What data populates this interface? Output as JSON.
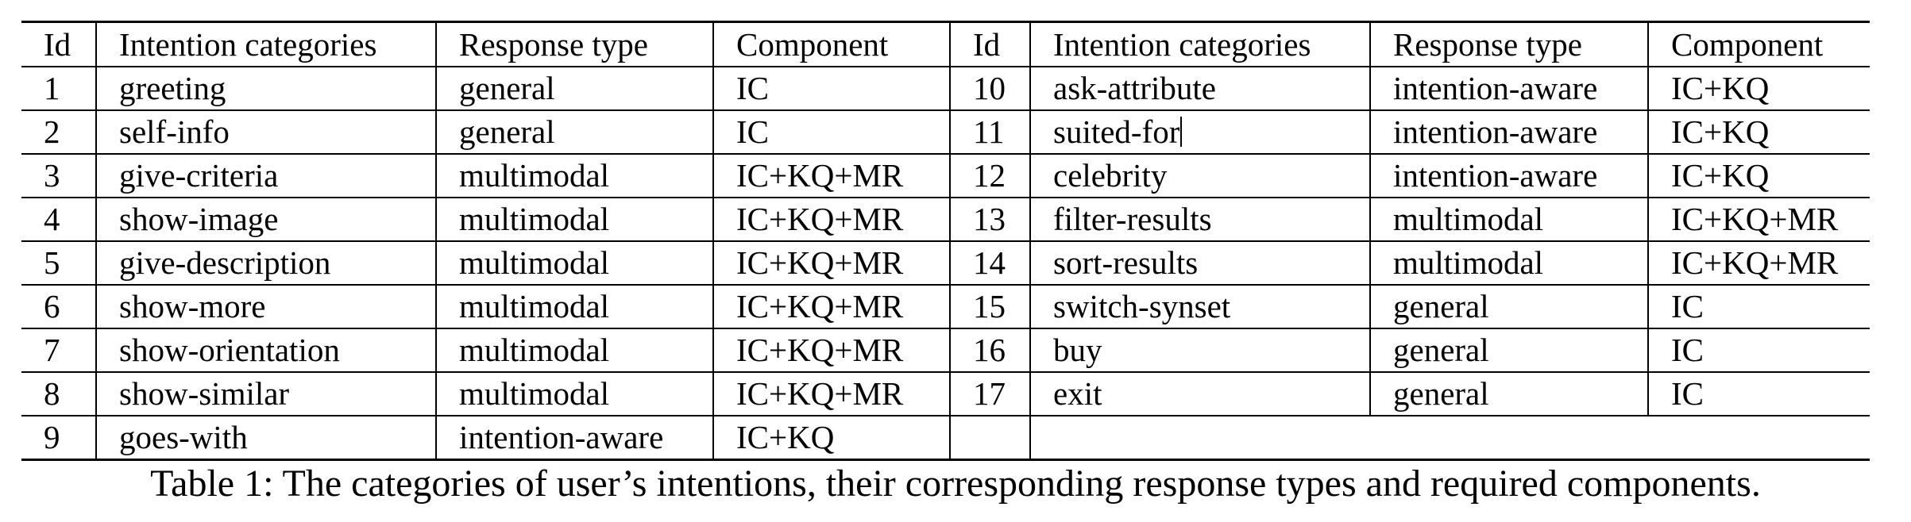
{
  "table": {
    "headers": [
      "Id",
      "Intention categories",
      "Response type",
      "Component",
      "Id",
      "Intention categories",
      "Response type",
      "Component"
    ],
    "rows": [
      [
        "1",
        "greeting",
        "general",
        "IC",
        "10",
        "ask-attribute",
        "intention-aware",
        "IC+KQ"
      ],
      [
        "2",
        "self-info",
        "general",
        "IC",
        "11",
        "suited-for",
        "intention-aware",
        "IC+KQ"
      ],
      [
        "3",
        "give-criteria",
        "multimodal",
        "IC+KQ+MR",
        "12",
        "celebrity",
        "intention-aware",
        "IC+KQ"
      ],
      [
        "4",
        "show-image",
        "multimodal",
        "IC+KQ+MR",
        "13",
        "filter-results",
        "multimodal",
        "IC+KQ+MR"
      ],
      [
        "5",
        "give-description",
        "multimodal",
        "IC+KQ+MR",
        "14",
        "sort-results",
        "multimodal",
        "IC+KQ+MR"
      ],
      [
        "6",
        "show-more",
        "multimodal",
        "IC+KQ+MR",
        "15",
        "switch-synset",
        "general",
        "IC"
      ],
      [
        "7",
        "show-orientation",
        "multimodal",
        "IC+KQ+MR",
        "16",
        "buy",
        "general",
        "IC"
      ],
      [
        "8",
        "show-similar",
        "multimodal",
        "IC+KQ+MR",
        "17",
        "exit",
        "general",
        "IC"
      ],
      [
        "9",
        "goes-with",
        "intention-aware",
        "IC+KQ",
        "",
        "",
        "",
        ""
      ]
    ]
  },
  "caption": "Table 1: The categories of user’s intentions, their corresponding response types and required components."
}
